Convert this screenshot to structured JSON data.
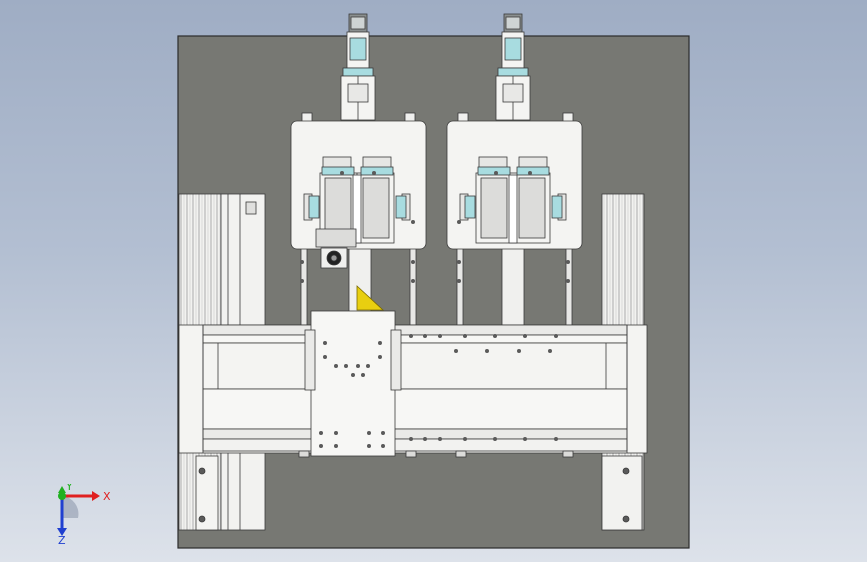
{
  "viewport": {
    "colors": {
      "plate": "#777873",
      "plate_edge": "#2b2b2b",
      "part_fill": "#f4f4f2",
      "part_edge": "#3a3a3a",
      "accent_cyan": "#a8dce0",
      "accent_yellow": "#e8cf10",
      "bolt": "#5a5a5a"
    }
  },
  "triad": {
    "x_label": "X",
    "y_label": "Y",
    "z_label": "Z",
    "icon": "coordinate-axes-icon",
    "colors": {
      "x": "#e02020",
      "y": "#20b020",
      "z": "#2040d0"
    }
  }
}
